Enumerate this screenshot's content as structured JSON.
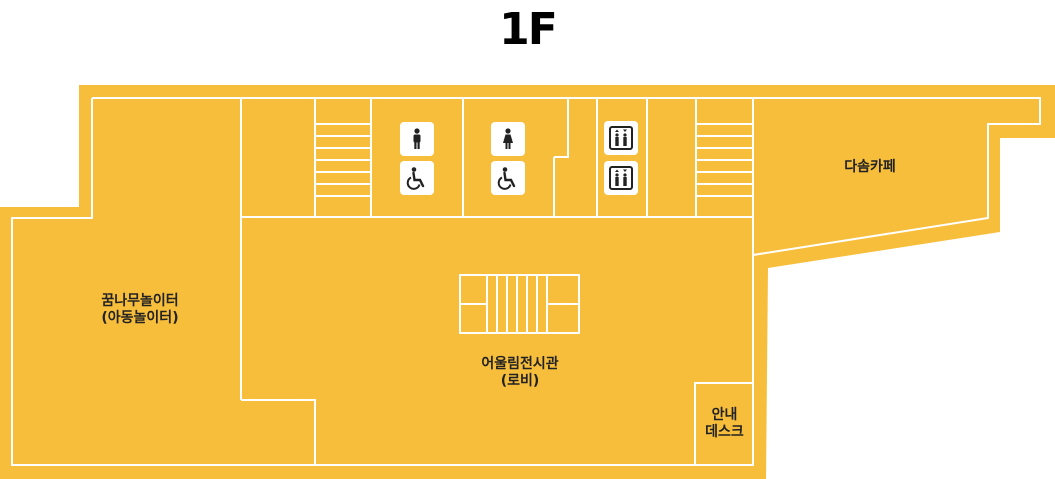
{
  "map": {
    "floor_title": "1F",
    "colors": {
      "floor": "#F7BE3B",
      "wall": "#FFFFFF",
      "label": "#222222",
      "icon": "#222222"
    },
    "rooms": {
      "dream_tree": {
        "line1": "꿈나무놀이터",
        "line2": "(아동놀이터)"
      },
      "lobby": {
        "line1": "어울림전시관",
        "line2": "(로비)"
      },
      "cafe": {
        "line1": "다솜카페"
      },
      "info_desk": {
        "line1": "안내",
        "line2": "데스크"
      }
    },
    "icons": [
      "male-restroom-icon",
      "accessible-icon",
      "female-restroom-icon",
      "accessible-icon",
      "elevator-icon",
      "elevator-icon"
    ]
  }
}
